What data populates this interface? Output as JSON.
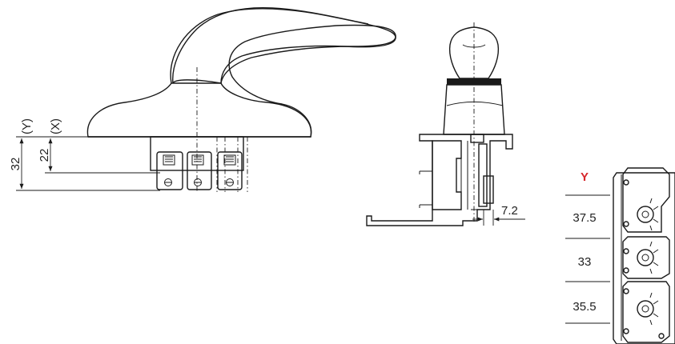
{
  "left_view": {
    "dim_outer": "32",
    "dim_inner": "22",
    "label_outer": "(Y)",
    "label_inner": "(X)"
  },
  "middle_view": {
    "offset": "7.2"
  },
  "right_view": {
    "column_header": "Y",
    "header_color": "#d6262b",
    "values": [
      "37.5",
      "33",
      "35.5"
    ]
  }
}
